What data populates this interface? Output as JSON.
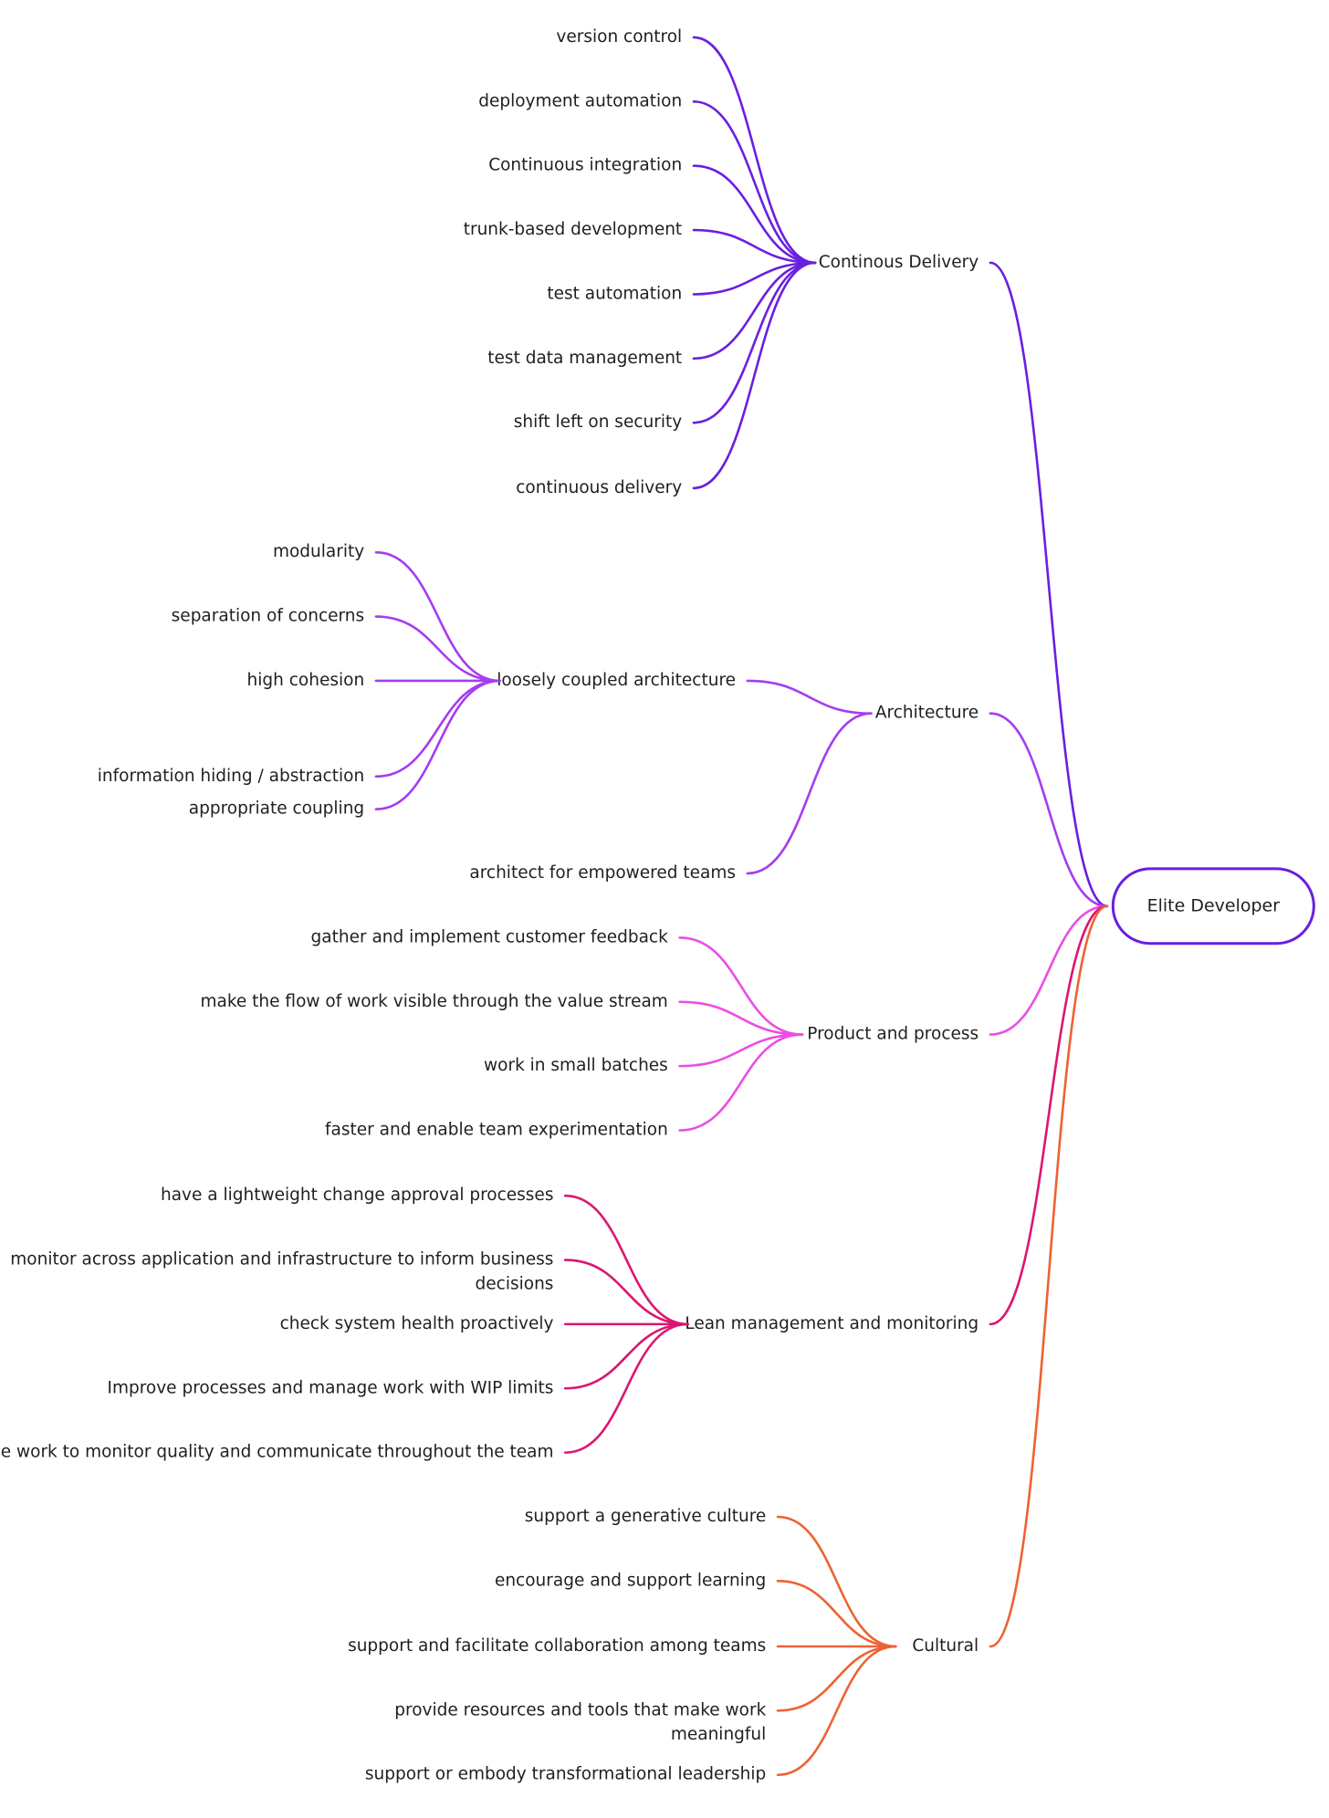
{
  "root": {
    "label": "Elite Developer",
    "color": "#6a1fe0"
  },
  "branches": [
    {
      "label": "Continous Delivery",
      "color": "#6a1fe0",
      "children": [
        "version control",
        "deployment automation",
        "Continuous integration",
        "trunk-based development",
        "test automation",
        "test data management",
        "shift left on security",
        "continuous delivery"
      ]
    },
    {
      "label": "Architecture",
      "color": "#a63cf0",
      "children": [
        {
          "label": "loosely coupled architecture",
          "children": [
            "modularity",
            "separation of concerns",
            "high cohesion",
            "information hiding / abstraction",
            "appropriate coupling"
          ]
        },
        {
          "label": "architect for empowered teams"
        }
      ]
    },
    {
      "label": "Product and process",
      "color": "#ec4de4",
      "children": [
        "gather and implement customer feedback",
        "make the flow of work visible through the value stream",
        "work in small batches",
        "faster and enable team experimentation"
      ]
    },
    {
      "label": "Lean management and monitoring",
      "color": "#dc1670",
      "children": [
        "have a lightweight change approval processes",
        [
          "monitor across application and infrastructure to inform business",
          "decisions"
        ],
        "check  system health proactively",
        "Improve processes and manage work with WIP limits",
        "visualize work to monitor quality and communicate throughout the team"
      ]
    },
    {
      "label": "Cultural",
      "color": "#ee6232",
      "children": [
        "support a generative culture",
        "encourage and support learning",
        "support and facilitate collaboration among teams",
        [
          "provide resources and tools that make work",
          "meaningful"
        ],
        "support or embody transformational leadership"
      ]
    }
  ]
}
